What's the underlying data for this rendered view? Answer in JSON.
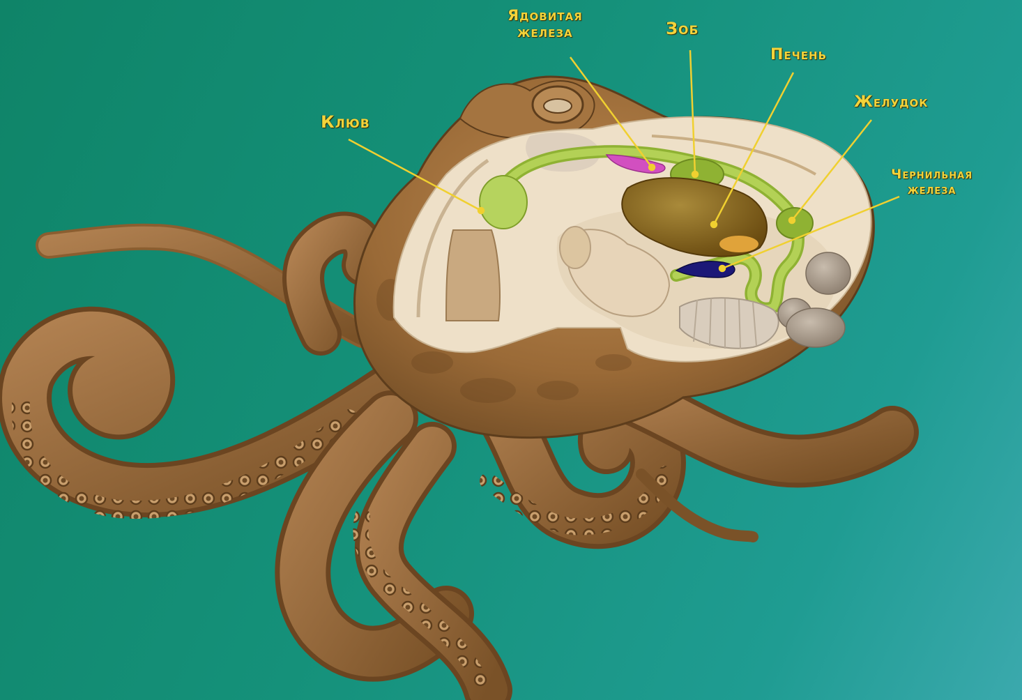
{
  "colors": {
    "background": "#16907a",
    "label": "#f3d33a",
    "leader_line": "#f0d030",
    "body": "#a0703c",
    "section": "#eee0c8",
    "gut": "#9cbf3a",
    "venom_gland": "#d24fc0",
    "liver": "#866218",
    "ink_gland": "#1c1877"
  },
  "labels": {
    "beak": "Клюв",
    "venom_gland_line1": "Ядовитая",
    "venom_gland_line2": "железа",
    "crop": "Зоб",
    "liver": "Печень",
    "stomach": "Желудок",
    "ink_gland_line1": "Чернильная",
    "ink_gland_line2": "железа"
  }
}
